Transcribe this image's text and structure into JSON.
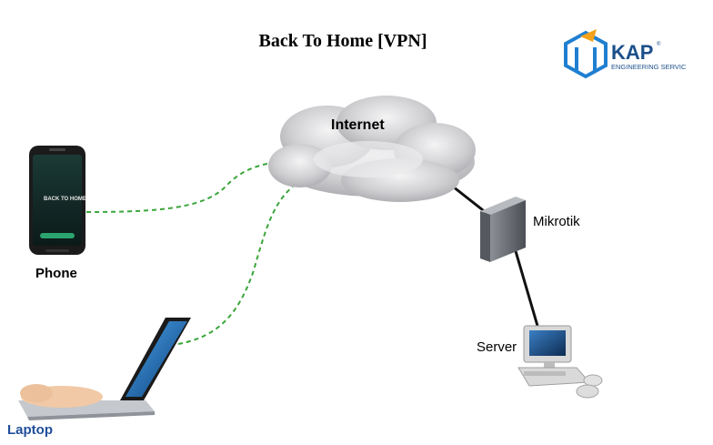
{
  "title": "Back To Home [VPN]",
  "logo": {
    "brand": "KAP",
    "tagline": "ENGINEERING SERVIC",
    "mark": "®"
  },
  "nodes": {
    "internet": "Internet",
    "mikrotik": "Mikrotik",
    "server": "Server",
    "phone": "Phone",
    "laptop": "Laptop"
  },
  "phone_screen": {
    "app_text": "BACK TO HOME"
  },
  "colors": {
    "vpn_link": "#3aa63a",
    "wired_link": "#111111",
    "laptop_label": "#1f4e9a",
    "logo_blue": "#1f7fd1",
    "logo_orange": "#f2a31b",
    "cloud": "#c9c9cb"
  },
  "links": [
    {
      "from": "phone",
      "to": "internet",
      "style": "dashed"
    },
    {
      "from": "laptop",
      "to": "internet",
      "style": "dashed"
    },
    {
      "from": "internet",
      "to": "mikrotik",
      "style": "solid"
    },
    {
      "from": "mikrotik",
      "to": "server",
      "style": "solid"
    }
  ]
}
